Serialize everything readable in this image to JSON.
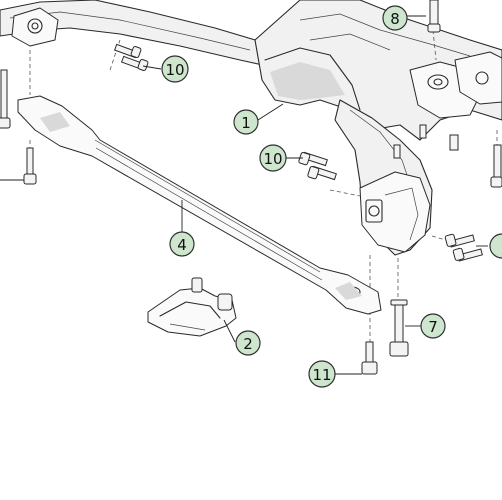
{
  "diagram": {
    "callouts": [
      {
        "id": "c1",
        "label": "1"
      },
      {
        "id": "c2",
        "label": "2"
      },
      {
        "id": "c4",
        "label": "4"
      },
      {
        "id": "c7",
        "label": "7"
      },
      {
        "id": "c8",
        "label": "8"
      },
      {
        "id": "c10a",
        "label": "10"
      },
      {
        "id": "c10b",
        "label": "10"
      },
      {
        "id": "c11",
        "label": "11"
      }
    ],
    "colors": {
      "callout_fill": "#cde6cd",
      "line": "#2a2a2a",
      "background": "#ffffff"
    }
  }
}
